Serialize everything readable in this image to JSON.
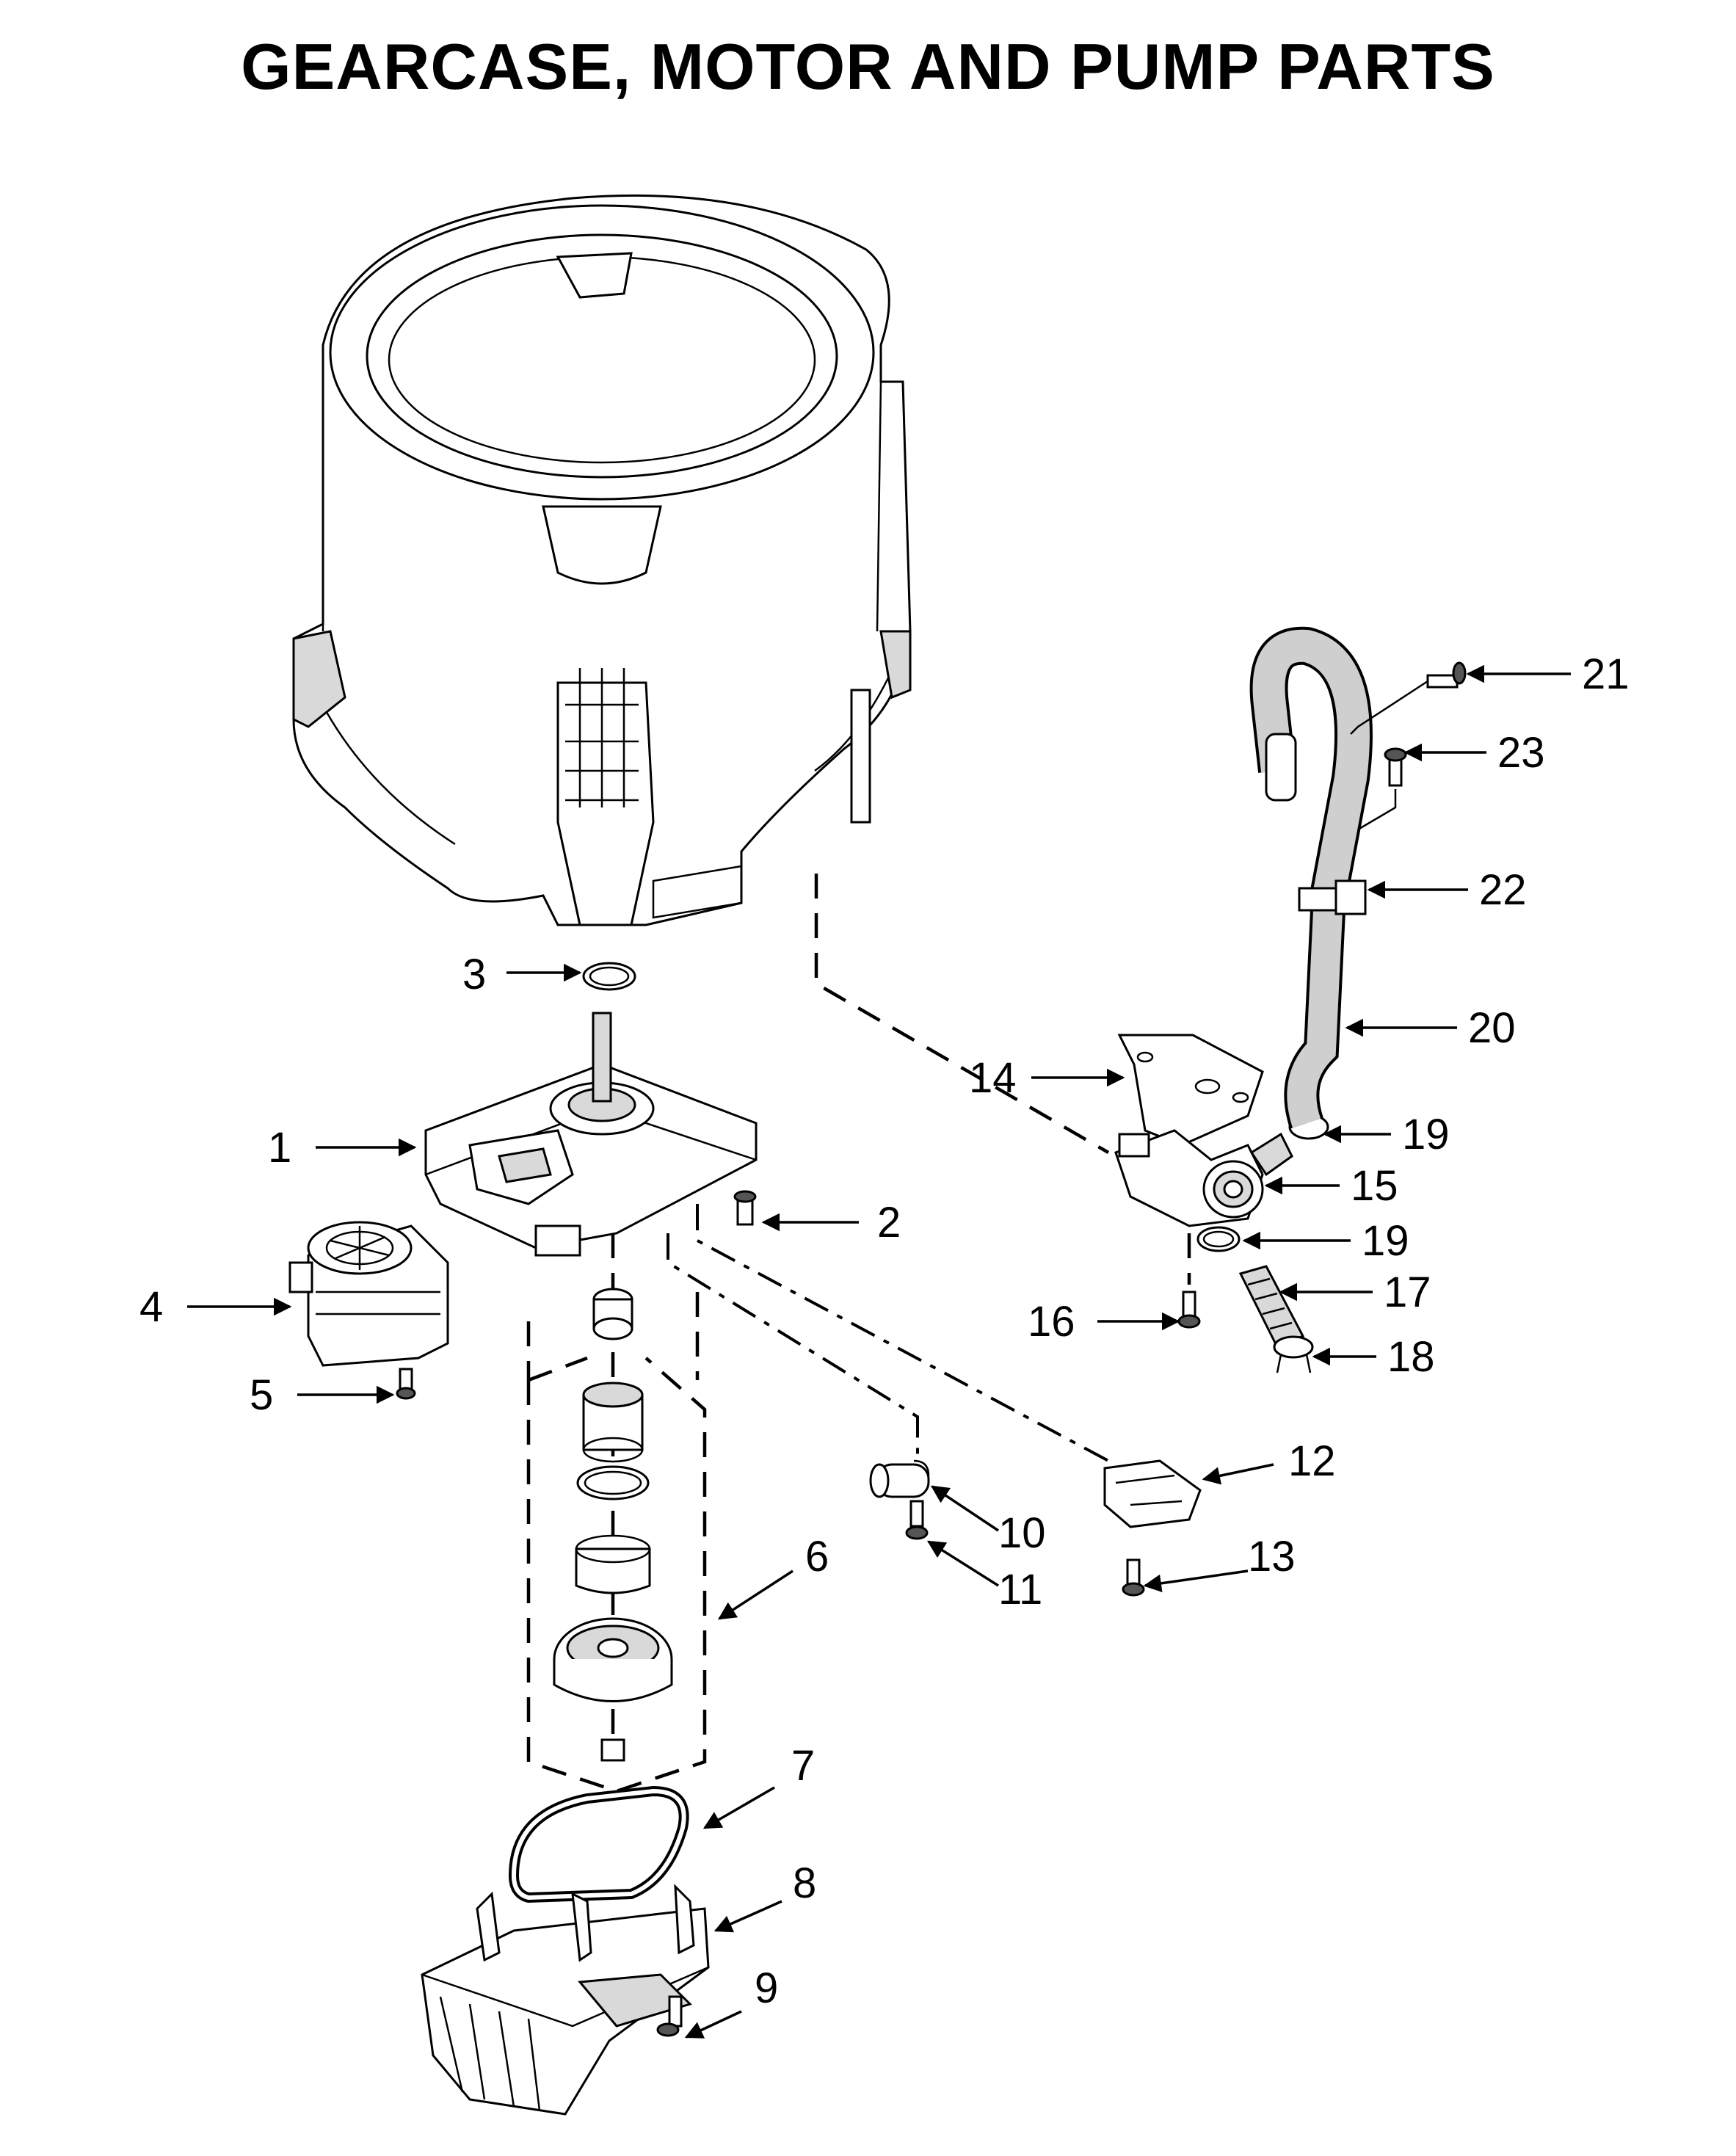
{
  "title": "GEARCASE, MOTOR AND PUMP PARTS",
  "callouts": {
    "c1": "1",
    "c2": "2",
    "c3": "3",
    "c4": "4",
    "c5": "5",
    "c6": "6",
    "c7": "7",
    "c8": "8",
    "c9": "9",
    "c10": "10",
    "c11": "11",
    "c12": "12",
    "c13": "13",
    "c14": "14",
    "c15": "15",
    "c16": "16",
    "c17": "17",
    "c18": "18",
    "c19a": "19",
    "c19b": "19",
    "c20": "20",
    "c21": "21",
    "c22": "22",
    "c23": "23"
  }
}
